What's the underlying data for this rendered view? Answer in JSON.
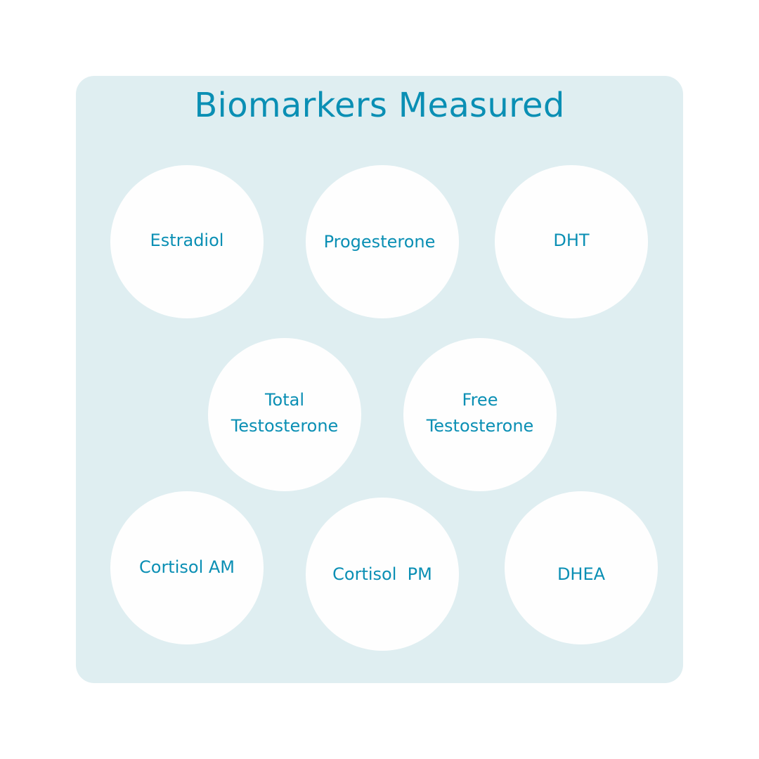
{
  "title": "Biomarkers Measured",
  "colors": {
    "panel_background": "#dfeef1",
    "circle_fill": "#fefefe",
    "text": "#0a8fb4"
  },
  "biomarkers": [
    {
      "lines": [
        "Estradiol"
      ]
    },
    {
      "lines": [
        "Progesterone"
      ]
    },
    {
      "lines": [
        "DHT"
      ]
    },
    {
      "lines": [
        "Total",
        "Testosterone"
      ]
    },
    {
      "lines": [
        "Free",
        "Testosterone"
      ]
    },
    {
      "lines": [
        "Cortisol AM"
      ]
    },
    {
      "lines": [
        "Cortisol  PM"
      ]
    },
    {
      "lines": [
        "DHEA"
      ]
    }
  ]
}
